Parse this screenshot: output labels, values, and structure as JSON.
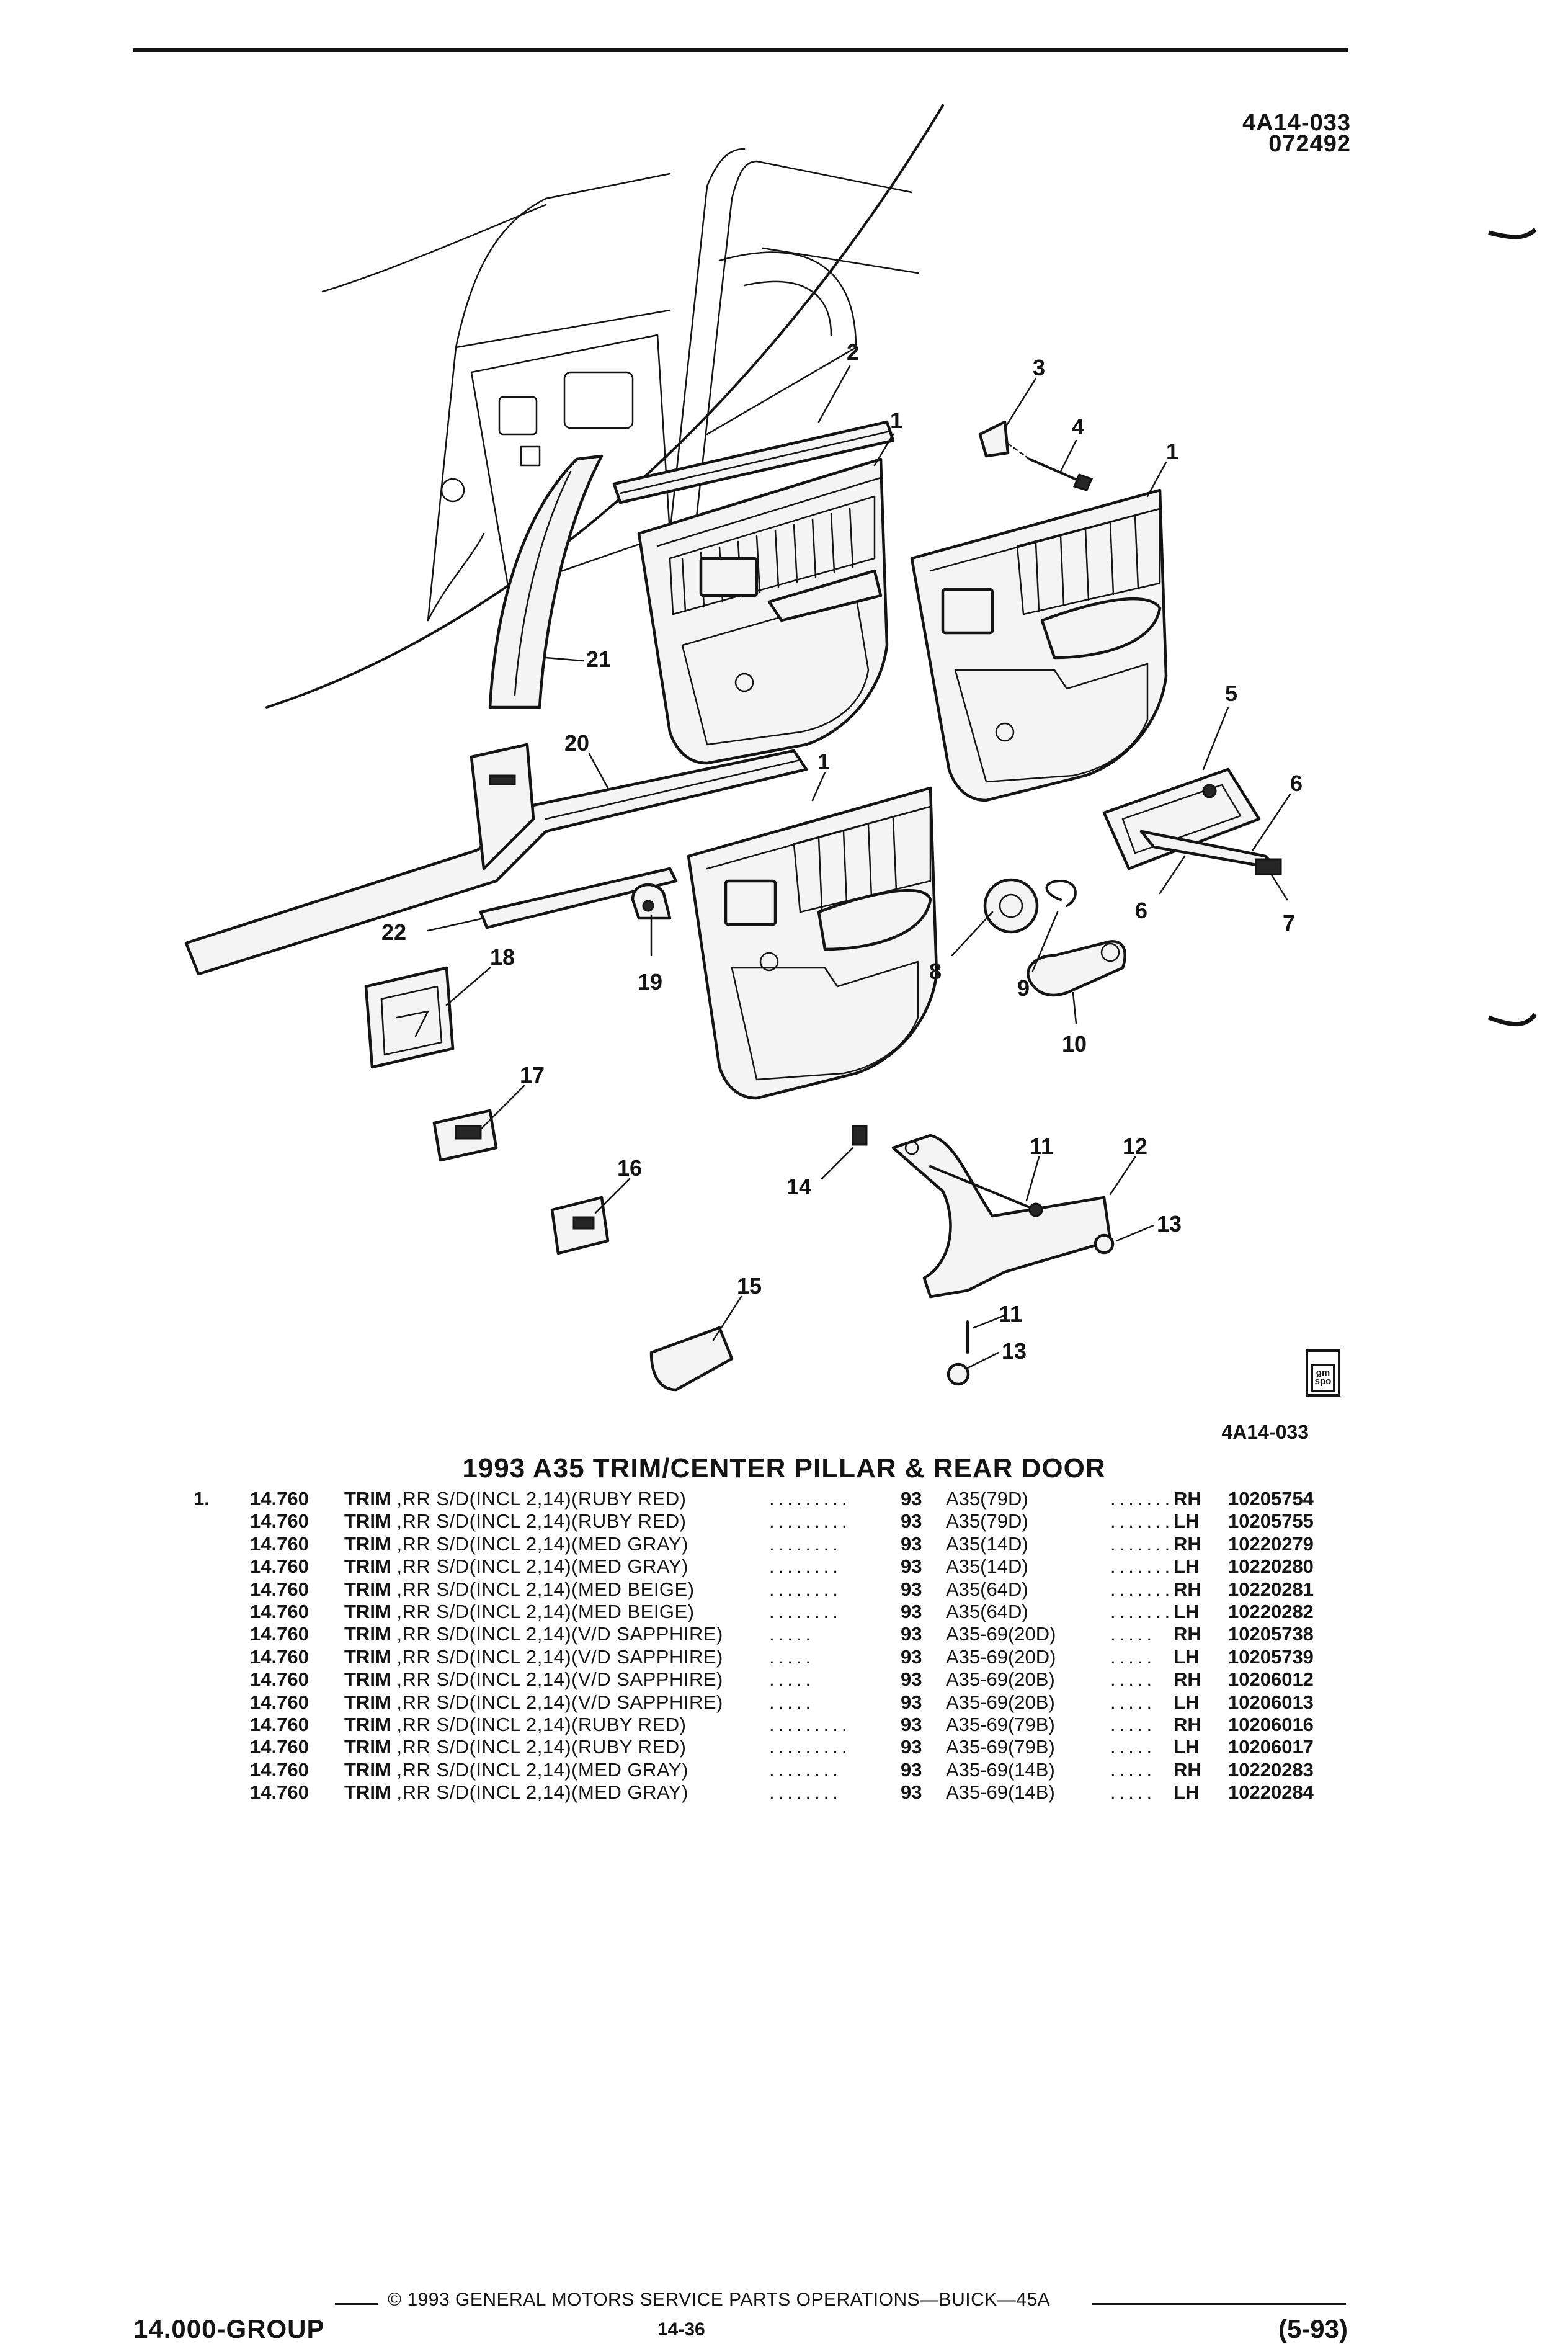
{
  "header": {
    "illustration_code": "4A14-033",
    "date_code": "072492"
  },
  "callouts": [
    "1",
    "1",
    "1",
    "2",
    "3",
    "4",
    "5",
    "6",
    "6",
    "7",
    "8",
    "9",
    "10",
    "11",
    "11",
    "12",
    "13",
    "13",
    "14",
    "15",
    "16",
    "17",
    "18",
    "19",
    "20",
    "21",
    "22"
  ],
  "illustration_caption": "4A14-033",
  "logo_text": "gm spo",
  "section_title": "1993 A35 TRIM/CENTER PILLAR & REAR DOOR",
  "parts": [
    {
      "item": "1.",
      "group": "14.760",
      "name": "TRIM",
      "desc": ",RR S/D(INCL 2,14)(RUBY RED)",
      "leader1": ".........",
      "year": "93",
      "model": "A35(79D)",
      "leader2": "........",
      "side": "RH",
      "part_number": "10205754"
    },
    {
      "item": "",
      "group": "14.760",
      "name": "TRIM",
      "desc": ",RR S/D(INCL 2,14)(RUBY RED)",
      "leader1": ".........",
      "year": "93",
      "model": "A35(79D)",
      "leader2": "........",
      "side": "LH",
      "part_number": "10205755"
    },
    {
      "item": "",
      "group": "14.760",
      "name": "TRIM",
      "desc": ",RR S/D(INCL 2,14)(MED GRAY)",
      "leader1": "........",
      "year": "93",
      "model": "A35(14D)",
      "leader2": "........",
      "side": "RH",
      "part_number": "10220279"
    },
    {
      "item": "",
      "group": "14.760",
      "name": "TRIM",
      "desc": ",RR S/D(INCL 2,14)(MED GRAY)",
      "leader1": "........",
      "year": "93",
      "model": "A35(14D)",
      "leader2": "........",
      "side": "LH",
      "part_number": "10220280"
    },
    {
      "item": "",
      "group": "14.760",
      "name": "TRIM",
      "desc": ",RR S/D(INCL 2,14)(MED BEIGE)",
      "leader1": "........",
      "year": "93",
      "model": "A35(64D)",
      "leader2": "........",
      "side": "RH",
      "part_number": "10220281"
    },
    {
      "item": "",
      "group": "14.760",
      "name": "TRIM",
      "desc": ",RR S/D(INCL 2,14)(MED BEIGE)",
      "leader1": "........",
      "year": "93",
      "model": "A35(64D)",
      "leader2": "........",
      "side": "LH",
      "part_number": "10220282"
    },
    {
      "item": "",
      "group": "14.760",
      "name": "TRIM",
      "desc": ",RR S/D(INCL 2,14)(V/D SAPPHIRE)",
      "leader1": ".....",
      "year": "93",
      "model": "A35-69(20D)",
      "leader2": ".....",
      "side": "RH",
      "part_number": "10205738"
    },
    {
      "item": "",
      "group": "14.760",
      "name": "TRIM",
      "desc": ",RR S/D(INCL 2,14)(V/D SAPPHIRE)",
      "leader1": ".....",
      "year": "93",
      "model": "A35-69(20D)",
      "leader2": ".....",
      "side": "LH",
      "part_number": "10205739"
    },
    {
      "item": "",
      "group": "14.760",
      "name": "TRIM",
      "desc": ",RR S/D(INCL 2,14)(V/D SAPPHIRE)",
      "leader1": ".....",
      "year": "93",
      "model": "A35-69(20B)",
      "leader2": ".....",
      "side": "RH",
      "part_number": "10206012"
    },
    {
      "item": "",
      "group": "14.760",
      "name": "TRIM",
      "desc": ",RR S/D(INCL 2,14)(V/D SAPPHIRE)",
      "leader1": ".....",
      "year": "93",
      "model": "A35-69(20B)",
      "leader2": ".....",
      "side": "LH",
      "part_number": "10206013"
    },
    {
      "item": "",
      "group": "14.760",
      "name": "TRIM",
      "desc": ",RR S/D(INCL 2,14)(RUBY RED)",
      "leader1": ".........",
      "year": "93",
      "model": "A35-69(79B)",
      "leader2": ".....",
      "side": "RH",
      "part_number": "10206016"
    },
    {
      "item": "",
      "group": "14.760",
      "name": "TRIM",
      "desc": ",RR S/D(INCL 2,14)(RUBY RED)",
      "leader1": ".........",
      "year": "93",
      "model": "A35-69(79B)",
      "leader2": ".....",
      "side": "LH",
      "part_number": "10206017"
    },
    {
      "item": "",
      "group": "14.760",
      "name": "TRIM",
      "desc": ",RR S/D(INCL 2,14)(MED GRAY)",
      "leader1": "........",
      "year": "93",
      "model": "A35-69(14B)",
      "leader2": ".....",
      "side": "RH",
      "part_number": "10220283"
    },
    {
      "item": "",
      "group": "14.760",
      "name": "TRIM",
      "desc": ",RR S/D(INCL 2,14)(MED GRAY)",
      "leader1": "........",
      "year": "93",
      "model": "A35-69(14B)",
      "leader2": ".....",
      "side": "LH",
      "part_number": "10220284"
    }
  ],
  "footer": {
    "copyright": "© 1993 GENERAL MOTORS SERVICE PARTS OPERATIONS—BUICK—45A",
    "group": "14.000-GROUP",
    "page": "14-36",
    "date": "(5-93)"
  }
}
